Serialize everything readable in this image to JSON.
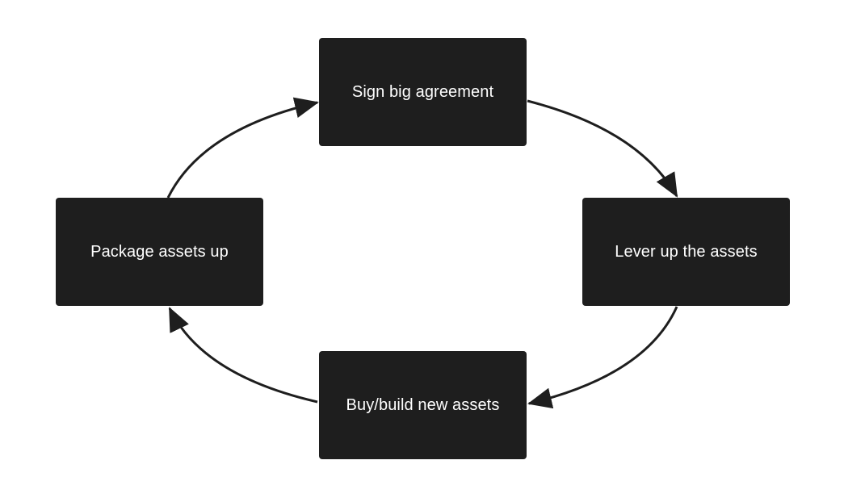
{
  "colors": {
    "node_fill": "#1e1e1e",
    "node_text": "#ffffff",
    "edge": "#1e1e1e",
    "background": "#ffffff"
  },
  "nodes": {
    "sign": {
      "label": "Sign big agreement"
    },
    "lever": {
      "label": "Lever up the assets"
    },
    "buy": {
      "label": "Buy/build new assets"
    },
    "package": {
      "label": "Package assets up"
    }
  },
  "edges": [
    {
      "from": "sign",
      "to": "lever"
    },
    {
      "from": "lever",
      "to": "buy"
    },
    {
      "from": "buy",
      "to": "package"
    },
    {
      "from": "package",
      "to": "sign"
    }
  ]
}
